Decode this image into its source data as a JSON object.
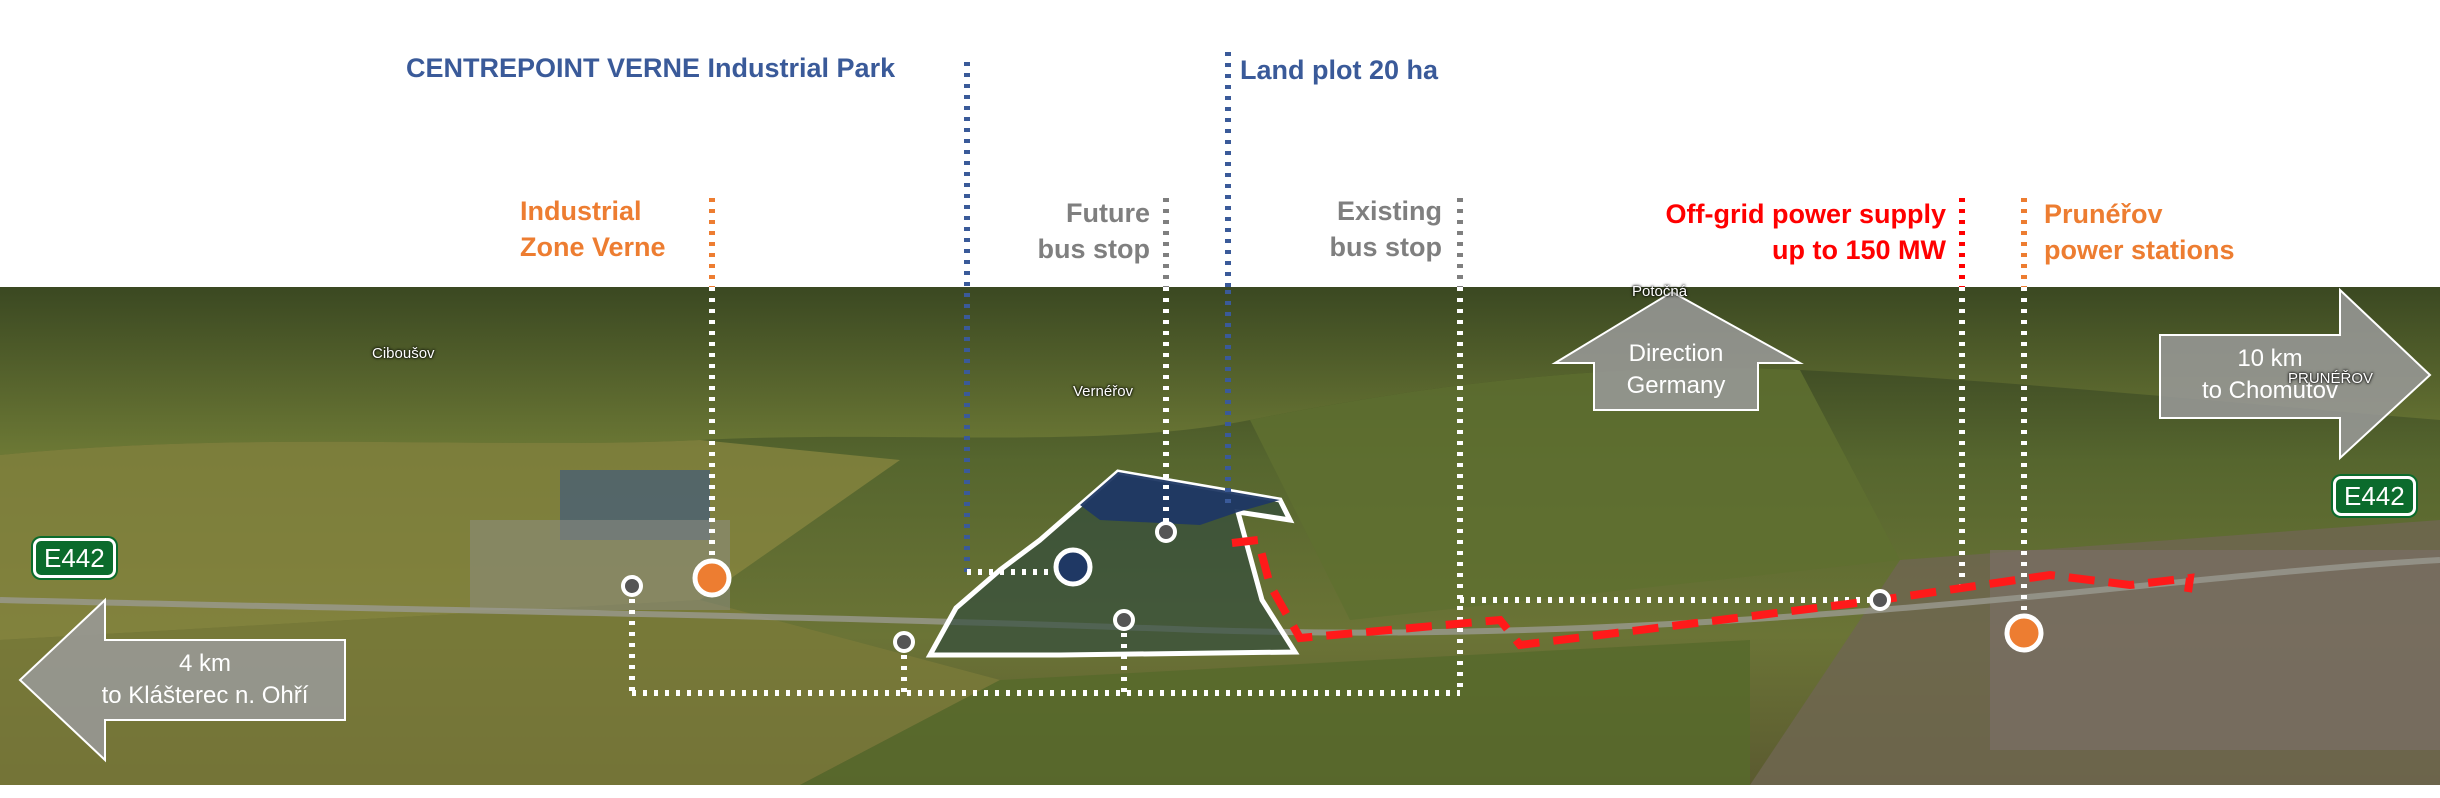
{
  "labels": {
    "park": "CENTREPOINT VERNE Industrial Park",
    "land_plot": "Land plot 20 ha",
    "zone_line1": "Industrial",
    "zone_line2": "Zone Verne",
    "future_line1": "Future",
    "future_line2": "bus stop",
    "existing_line1": "Existing",
    "existing_line2": "bus stop",
    "offgrid_line1": "Off-grid power supply",
    "offgrid_line2": "up to 150 MW",
    "power_line1": "Prunéřov",
    "power_line2": "power stations"
  },
  "arrows": {
    "left_line1": "4 km",
    "left_line2": "to Klášterec n. Ohří",
    "up_line1": "Direction",
    "up_line2": "Germany",
    "right_line1": "10 km",
    "right_line2": "to Chomutov"
  },
  "places": {
    "ciboušov": "Ciboušov",
    "vernerov": "Vernéřov",
    "potocna": "Potočná",
    "prunerov": "PRUNÉŘOV"
  },
  "road_signs": {
    "left": "E442",
    "right": "E442"
  },
  "colors": {
    "blue": "#3a5a99",
    "orange": "#ed7d31",
    "gray": "#7f7f7f",
    "red": "#ff0000",
    "plot_fill": "#1f3864"
  }
}
